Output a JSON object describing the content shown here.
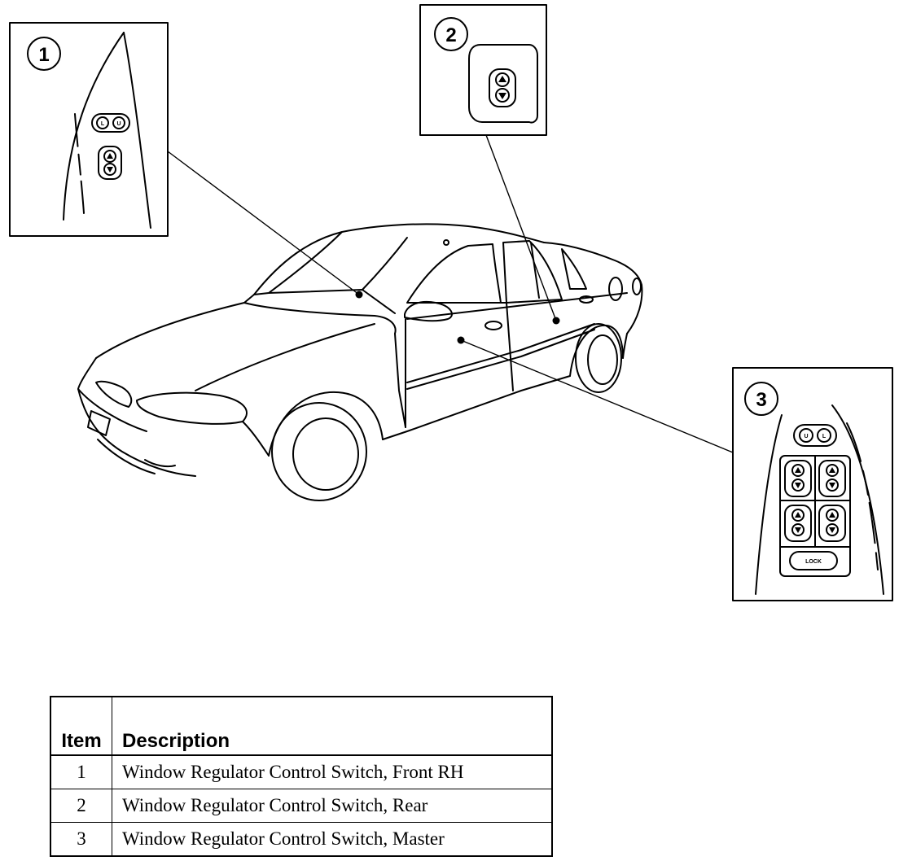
{
  "callouts": [
    {
      "number": "1"
    },
    {
      "number": "2"
    },
    {
      "number": "3"
    }
  ],
  "switch_labels": {
    "lock": "LOCK",
    "up": "U",
    "left": "L"
  },
  "table": {
    "headers": {
      "item": "Item",
      "description": "Description"
    },
    "rows": [
      {
        "item": "1",
        "description": "Window Regulator Control Switch, Front RH"
      },
      {
        "item": "2",
        "description": "Window Regulator Control Switch, Rear"
      },
      {
        "item": "3",
        "description": "Window Regulator Control Switch, Master"
      }
    ]
  }
}
